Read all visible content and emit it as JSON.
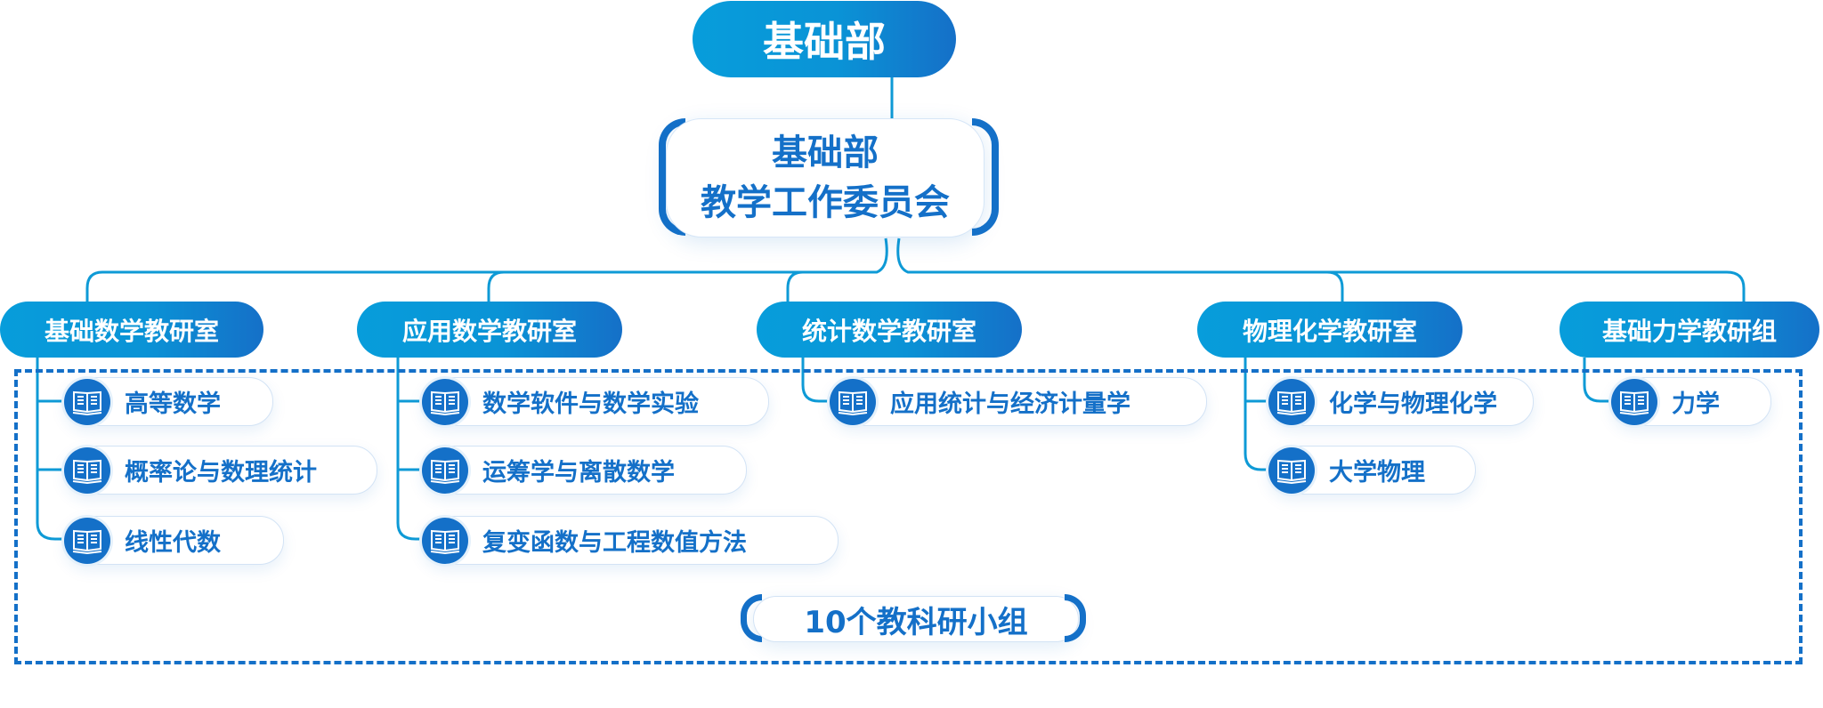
{
  "root": {
    "title": "基础部"
  },
  "committee": {
    "line1": "基础部",
    "line2": "教学工作委员会"
  },
  "departments": [
    {
      "name": "基础数学教研室",
      "courses": [
        "高等数学",
        "概率论与数理统计",
        "线性代数"
      ]
    },
    {
      "name": "应用数学教研室",
      "courses": [
        "数学软件与数学实验",
        "运筹学与离散数学",
        "复变函数与工程数值方法"
      ]
    },
    {
      "name": "统计数学教研室",
      "courses": [
        "应用统计与经济计量学"
      ]
    },
    {
      "name": "物理化学教研室",
      "courses": [
        "化学与物理化学",
        "大学物理"
      ]
    },
    {
      "name": "基础力学教研组",
      "courses": [
        "力学"
      ]
    }
  ],
  "summary": {
    "label": "10个教科研小组"
  },
  "colors": {
    "primary": "#1470c8",
    "gradient_start": "#079ddb",
    "line": "#0e9ad6"
  },
  "icons": {
    "course": "open-book-icon"
  }
}
